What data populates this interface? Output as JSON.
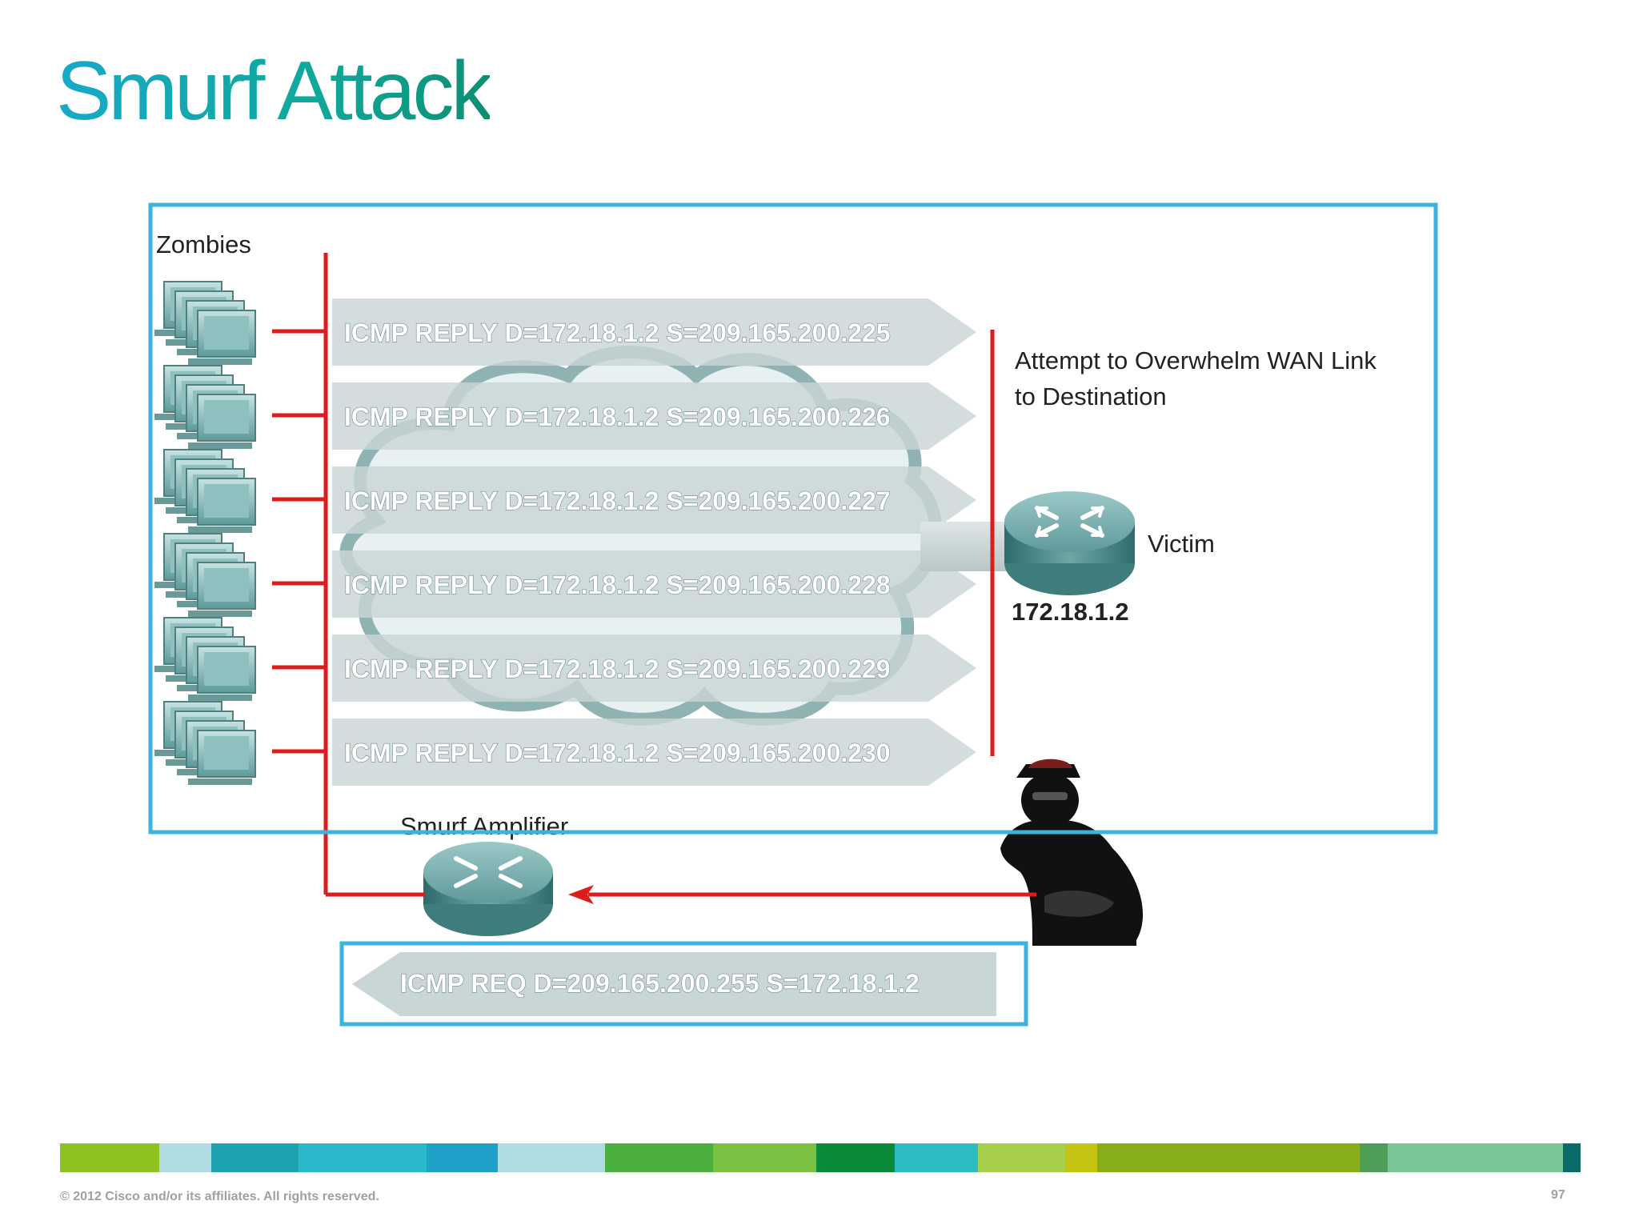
{
  "slide": {
    "title": "Smurf Attack",
    "copyright": "© 2012 Cisco and/or its affiliates. All rights reserved.",
    "page_number": "97"
  },
  "diagram": {
    "zombies_label": "Zombies",
    "reply_packets": [
      "ICMP REPLY D=172.18.1.2 S=209.165.200.225",
      "ICMP REPLY D=172.18.1.2 S=209.165.200.226",
      "ICMP REPLY D=172.18.1.2 S=209.165.200.227",
      "ICMP REPLY D=172.18.1.2 S=209.165.200.228",
      "ICMP REPLY D=172.18.1.2 S=209.165.200.229",
      "ICMP REPLY D=172.18.1.2 S=209.165.200.230"
    ],
    "wan_note_line1": "Attempt to Overwhelm WAN Link",
    "wan_note_line2": "to Destination",
    "victim_label": "Victim",
    "victim_ip": "172.18.1.2",
    "amplifier_label": "Smurf Amplifier",
    "request_packet": "ICMP REQ D=209.165.200.255 S=172.18.1.2"
  },
  "colors": {
    "title_teal": "#15a3bd",
    "highlight_box": "#3bb3dc",
    "link_red": "#dd1c1c",
    "packet_arrow": "#c9d6d6",
    "router": "#5f9a9a"
  },
  "color_bar": [
    "#8ec31f",
    "#aedce0",
    "#1ea4b0",
    "#2ab8cc",
    "#1ea0c8",
    "#aedce0",
    "#4aaf3c",
    "#7ac143",
    "#0b8a3a",
    "#2cbcc4",
    "#a8cf4a",
    "#c4c413",
    "#86ad1a",
    "#4e9e57",
    "#79c799",
    "#0b6b6b"
  ]
}
